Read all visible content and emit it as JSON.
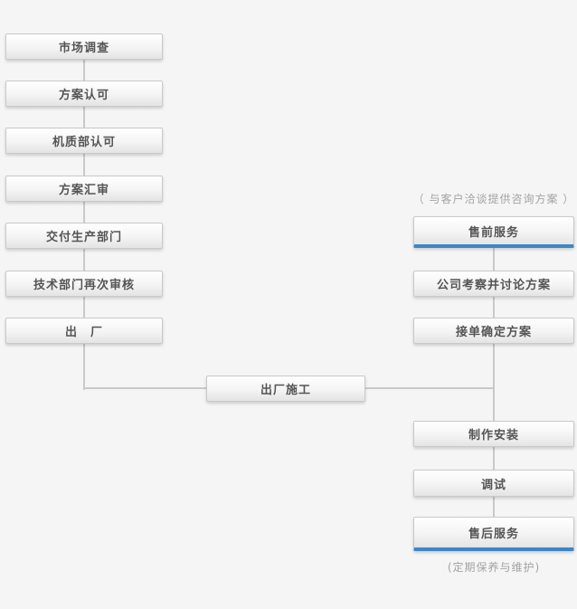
{
  "colors": {
    "background": "#f5f5f5",
    "box_border": "#c9c9c9",
    "box_text": "#555555",
    "accent_blue": "#3e86c7",
    "connector_gray": "#c9c9c9",
    "note_text": "#a3a3a3"
  },
  "left_flow": {
    "steps": [
      {
        "label": "市场调查"
      },
      {
        "label": "方案认可"
      },
      {
        "label": "机质部认可"
      },
      {
        "label": "方案汇审"
      },
      {
        "label": "交付生产部门"
      },
      {
        "label": "技术部门再次审核"
      },
      {
        "label": "出　厂"
      }
    ]
  },
  "junction": {
    "label": "出厂施工"
  },
  "right_flow": {
    "top_note": "（ 与客户洽谈提供咨询方案 ）",
    "steps": [
      {
        "label": "售前服务",
        "highlight": true
      },
      {
        "label": "公司考察并讨论方案",
        "highlight": false
      },
      {
        "label": "接单确定方案",
        "highlight": false
      },
      {
        "label": "制作安装",
        "highlight": false
      },
      {
        "label": "调试",
        "highlight": false
      },
      {
        "label": "售后服务",
        "highlight": true
      }
    ],
    "bottom_note": "(定期保养与维护)"
  }
}
